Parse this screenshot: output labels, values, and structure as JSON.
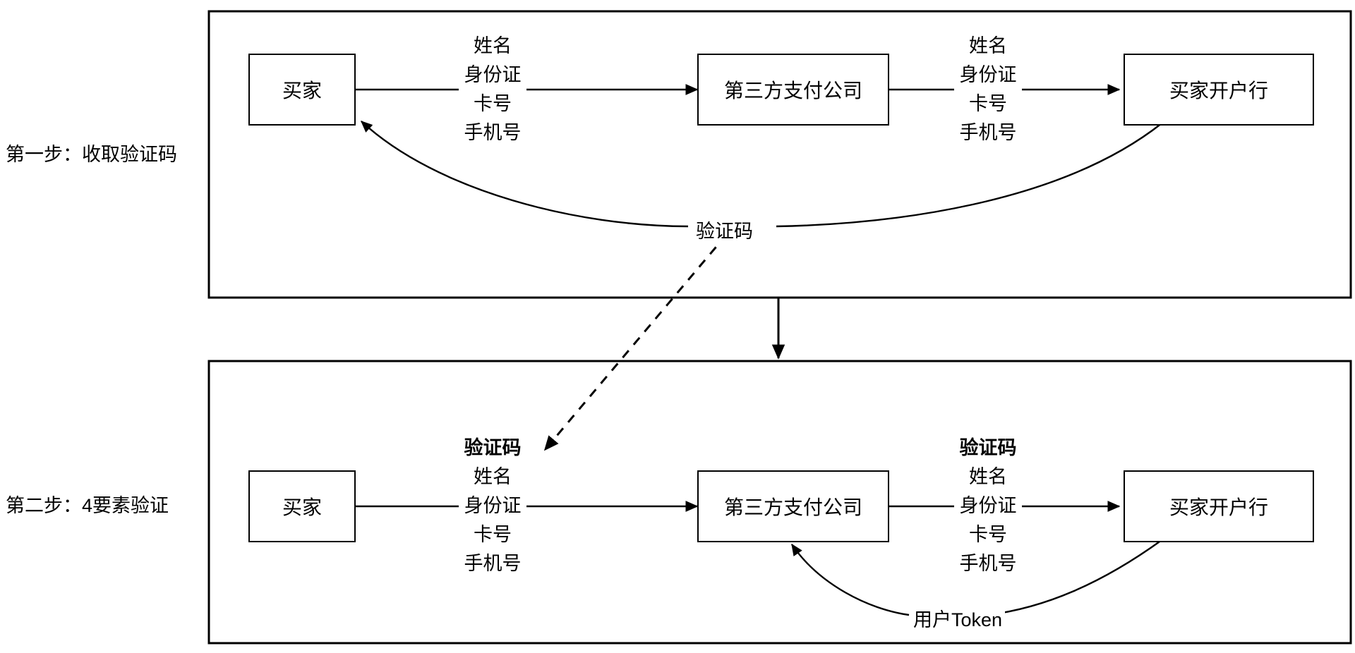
{
  "diagram": {
    "title": "",
    "background": "#ffffff",
    "stroke": "#000000"
  },
  "steps": [
    {
      "id": "step-1",
      "label": "第一步：收取验证码",
      "nodes": [
        {
          "id": "buyer-1",
          "label": "买家"
        },
        {
          "id": "payment-company-1",
          "label": "第三方支付公司"
        },
        {
          "id": "bank-1",
          "label": "买家开户行"
        }
      ],
      "edge_label_left": {
        "id": "fields-left-1",
        "lines": [
          {
            "text": "姓名",
            "bold": false
          },
          {
            "text": "身份证",
            "bold": false
          },
          {
            "text": "卡号",
            "bold": false
          },
          {
            "text": "手机号",
            "bold": false
          }
        ]
      },
      "edge_label_right": {
        "id": "fields-right-1",
        "lines": [
          {
            "text": "姓名",
            "bold": false
          },
          {
            "text": "身份证",
            "bold": false
          },
          {
            "text": "卡号",
            "bold": false
          },
          {
            "text": "手机号",
            "bold": false
          }
        ]
      },
      "return_edge_label": "验证码"
    },
    {
      "id": "step-2",
      "label": "第二步：4要素验证",
      "nodes": [
        {
          "id": "buyer-2",
          "label": "买家"
        },
        {
          "id": "payment-company-2",
          "label": "第三方支付公司"
        },
        {
          "id": "bank-2",
          "label": "买家开户行"
        }
      ],
      "edge_label_left": {
        "id": "fields-left-2",
        "lines": [
          {
            "text": "验证码",
            "bold": true
          },
          {
            "text": "姓名",
            "bold": false
          },
          {
            "text": "身份证",
            "bold": false
          },
          {
            "text": "卡号",
            "bold": false
          },
          {
            "text": "手机号",
            "bold": false
          }
        ]
      },
      "edge_label_right": {
        "id": "fields-right-2",
        "lines": [
          {
            "text": "验证码",
            "bold": true
          },
          {
            "text": "姓名",
            "bold": false
          },
          {
            "text": "身份证",
            "bold": false
          },
          {
            "text": "卡号",
            "bold": false
          },
          {
            "text": "手机号",
            "bold": false
          }
        ]
      },
      "return_edge_label": "用户Token"
    }
  ],
  "connectors": {
    "step1_to_step2": {
      "id": "step-connector",
      "style": "solid",
      "label": ""
    },
    "verification_code_transfer": {
      "id": "verification-code-transfer",
      "style": "dashed",
      "label": ""
    }
  }
}
